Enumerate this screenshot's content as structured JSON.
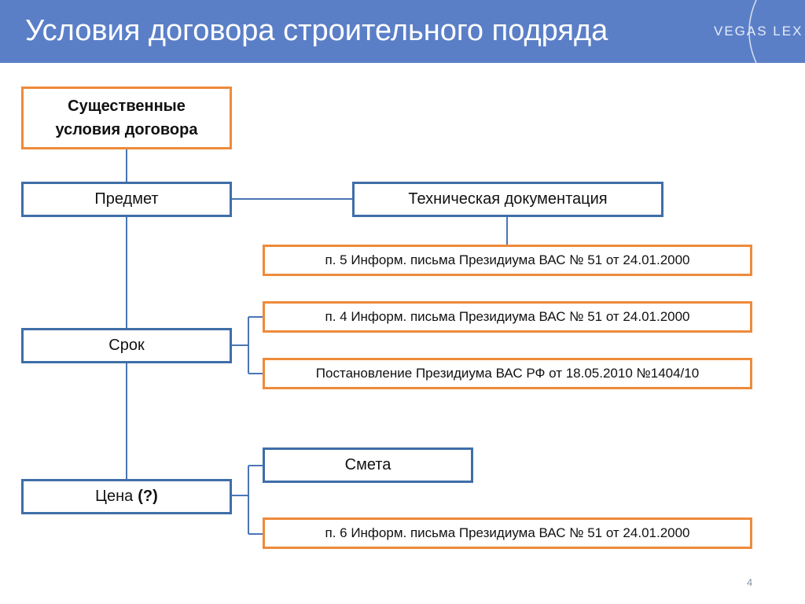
{
  "header": {
    "title": "Условия договора строительного подряда",
    "logo": "VEGAS LEX"
  },
  "diagram": {
    "root": "Существенные условия договора",
    "subject": "Предмет",
    "tech_docs": "Техническая документация",
    "tech_docs_ref": "п. 5 Информ. письма Президиума ВАС № 51 от 24.01.2000",
    "term": "Срок",
    "term_ref_1": "п. 4 Информ. письма Президиума ВАС № 51 от 24.01.2000",
    "term_ref_2": "Постановление Президиума ВАС РФ от 18.05.2010 №1404/10",
    "price": "Цена",
    "price_note": "(?)",
    "estimate": "Смета",
    "price_ref": "п. 6 Информ. письма Президиума ВАС № 51 от 24.01.2000"
  },
  "footer": {
    "page_number": "4"
  },
  "colors": {
    "header": "#5b7fc7",
    "box_blue": "#3f6ea8",
    "box_orange": "#ee8a3a",
    "connector": "#4a76b5"
  }
}
